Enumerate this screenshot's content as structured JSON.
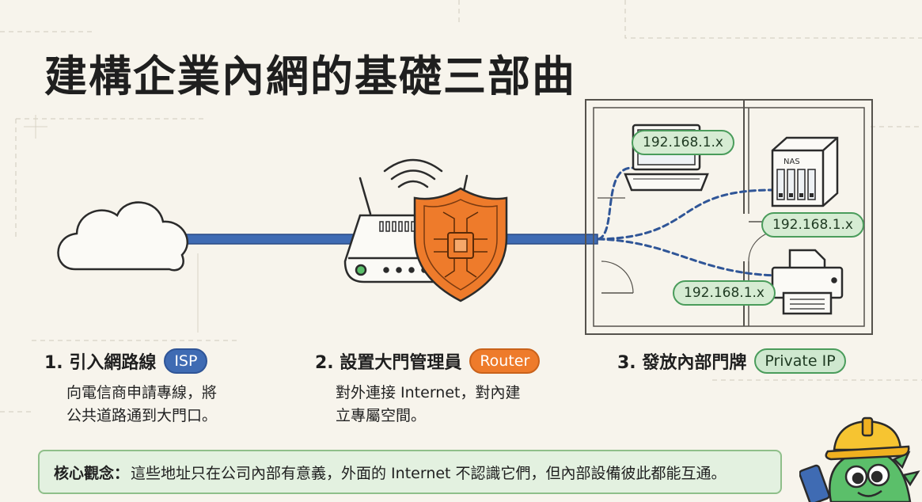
{
  "title": "建構企業內網的基礎三部曲",
  "steps": [
    {
      "heading": "1. 引入網路線",
      "badge": "ISP",
      "desc_lines": [
        "向電信商申請專線，將",
        "公共道路通到大門口。"
      ]
    },
    {
      "heading": "2. 設置大門管理員",
      "badge": "Router",
      "desc_lines": [
        "對外連接 Internet，對內建",
        "立專屬空間。"
      ]
    },
    {
      "heading": "3. 發放內部門牌",
      "badge": "Private IP"
    }
  ],
  "devices": {
    "laptop_ip": "192.168.1.x",
    "nas_ip": "192.168.1.x",
    "printer_ip": "192.168.1.x",
    "nas_label": "NAS"
  },
  "core": {
    "label": "核心觀念：",
    "text": "這些地址只在公司內部有意義，外面的 Internet 不認識它們，但內部設備彼此都能互通。"
  },
  "colors": {
    "isp_blue": "#3f6bb3",
    "router_orange": "#ee7b2b",
    "private_green": "#4a9c5b",
    "background": "#f7f4ec"
  },
  "icons": [
    "cloud-icon",
    "router-icon",
    "shield-icon",
    "wifi-icon",
    "laptop-icon",
    "nas-icon",
    "printer-icon",
    "mascot-icon"
  ]
}
